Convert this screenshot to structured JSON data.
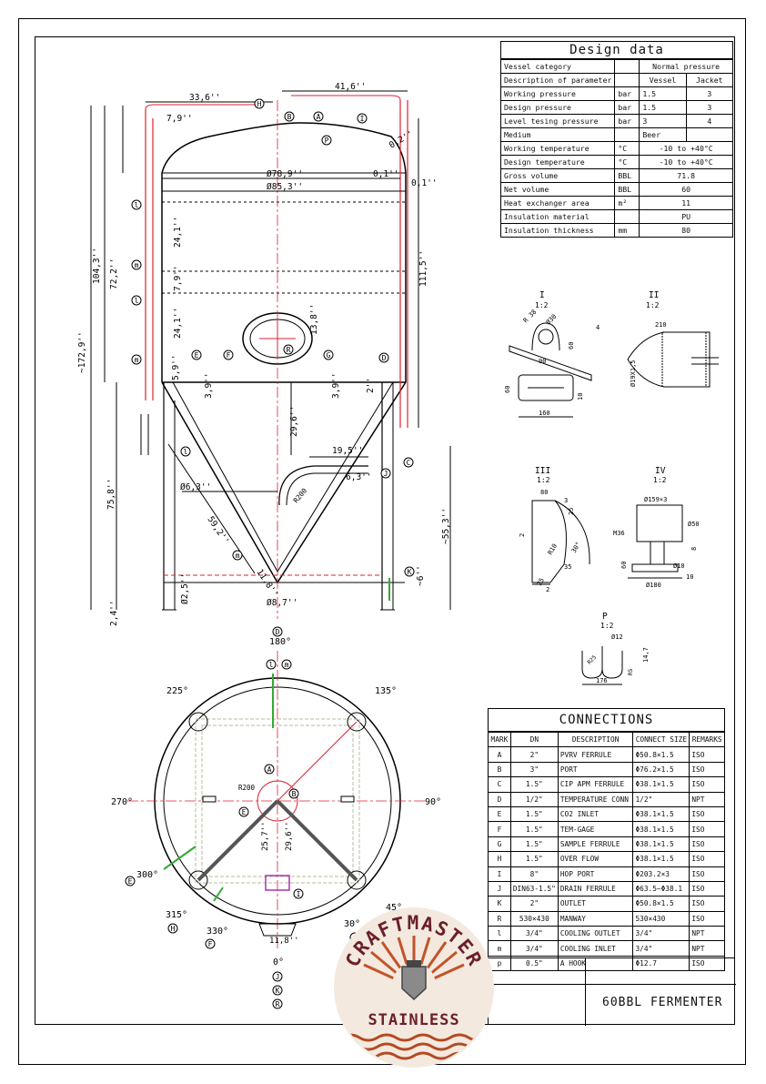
{
  "design": {
    "title": "Design data",
    "rows": [
      {
        "param": "Vessel category",
        "unit": "",
        "value": "Normal pressure",
        "span": true
      },
      {
        "param": "Description of parameter",
        "unit": "",
        "vessel": "Vessel",
        "jacket": "Jacket"
      },
      {
        "param": "Working pressure",
        "unit": "bar",
        "vessel": "1.5",
        "jacket": "3"
      },
      {
        "param": "Design pressure",
        "unit": "bar",
        "vessel": "1.5",
        "jacket": "3"
      },
      {
        "param": "Level tesing pressure",
        "unit": "bar",
        "vessel": "3",
        "jacket": "4"
      },
      {
        "param": "Medium",
        "unit": "",
        "vessel": "Beer",
        "jacket": ""
      },
      {
        "param": "Working temperature",
        "unit": "°C",
        "value": "-10  to  +40°C",
        "span": true
      },
      {
        "param": "Design temperature",
        "unit": "°C",
        "value": "-10  to  +40°C",
        "span": true
      },
      {
        "param": "Gross volume",
        "unit": "BBL",
        "value": "71.8",
        "span": true
      },
      {
        "param": "Net volume",
        "unit": "BBL",
        "value": "60",
        "span": true
      },
      {
        "param": "Heat exchanger area",
        "unit": "m²",
        "value": "11",
        "span": true
      },
      {
        "param": "Insulation material",
        "unit": "",
        "value": "PU",
        "span": true
      },
      {
        "param": "Insulation thickness",
        "unit": "mm",
        "value": "80",
        "span": true
      }
    ]
  },
  "connections": {
    "title": "CONNECTIONS",
    "headers": [
      "MARK",
      "DN",
      "DESCRIPTION",
      "CONNECT SIZE",
      "REMARKS"
    ],
    "rows": [
      [
        "A",
        "2\"",
        "PVRV FERRULE",
        "Φ50.8×1.5",
        "ISO"
      ],
      [
        "B",
        "3\"",
        "PORT",
        "Φ76.2×1.5",
        "ISO"
      ],
      [
        "C",
        "1.5\"",
        "CIP APM FERRULE",
        "Φ38.1×1.5",
        "ISO"
      ],
      [
        "D",
        "1/2\"",
        "TEMPERATURE CONN",
        "1/2\"",
        "NPT"
      ],
      [
        "E",
        "1.5\"",
        "CO2 INLET",
        "Φ38.1×1.5",
        "ISO"
      ],
      [
        "F",
        "1.5\"",
        "TEM-GAGE",
        "Φ38.1×1.5",
        "ISO"
      ],
      [
        "G",
        "1.5\"",
        "SAMPLE FERRULE",
        "Φ38.1×1.5",
        "ISO"
      ],
      [
        "H",
        "1.5\"",
        "OVER FLOW",
        "Φ38.1×1.5",
        "ISO"
      ],
      [
        "I",
        "8\"",
        "HOP PORT",
        "Φ203.2×3",
        "ISO"
      ],
      [
        "J",
        "DIN63-1.5\"",
        "DRAIN FERRULE",
        "Φ63.5~Φ38.1",
        "ISO"
      ],
      [
        "K",
        "2\"",
        "OUTLET",
        "Φ50.8×1.5",
        "ISO"
      ],
      [
        "R",
        "530×430",
        "MANWAY",
        "530×430",
        "ISO"
      ],
      [
        "l",
        "3/4\"",
        "COOLING OUTLET",
        "3/4\"",
        "NPT"
      ],
      [
        "m",
        "3/4\"",
        "COOLING INLET",
        "3/4\"",
        "NPT"
      ],
      [
        "p",
        "0.5\"",
        "A HOOK",
        "Φ12.7",
        "ISO"
      ]
    ]
  },
  "title_block": {
    "name": "60BBL  FERMENTER"
  },
  "logo": {
    "top": "CRAFTMASTER",
    "bottom": "STAINLESS"
  },
  "dims": {
    "d1": "33,6''",
    "d2": "41,6''",
    "d3": "7,9''",
    "d4": "0,2''",
    "d5": "Ø78,9''",
    "d6": "Ø85,3''",
    "d7": "0,1''",
    "d8": "0,1''",
    "d9": "104,3''",
    "d10": "72,2''",
    "d11": "~172,9''",
    "d12": "111,5''",
    "d13": "24,1''",
    "d14": "7,9''",
    "d15": "24,1''",
    "d16": "13,8''",
    "d17": "5,9''",
    "d18": "3,9''",
    "d19": "3,9''",
    "d20": "2''",
    "d21": "29,6''",
    "d22": "19,5''",
    "d23": "R200",
    "d24": "6,3''",
    "d25": "Ø6,3''",
    "d26": "59,2''",
    "d27": "75,8''",
    "d28": "~55,3''",
    "d29": "11,8''",
    "d30": "Ø2,5''",
    "d31": "Ø8,7''",
    "d32": "~6''",
    "d33": "2,4''"
  },
  "angles": {
    "a180": "180°",
    "a225": "225°",
    "a135": "135°",
    "a270": "270°",
    "a90": "90°",
    "a300": "300°",
    "a315": "315°",
    "a330": "330°",
    "a45": "45°",
    "a30": "30°",
    "a0": "0°"
  },
  "plan": {
    "r200": "R200",
    "d1": "25,7''",
    "d2": "29,6''",
    "d3": "11,8''"
  },
  "details": {
    "I": {
      "label": "I",
      "scale": "1:2",
      "d1": "R 38",
      "d2": "Ø30",
      "d3": "60",
      "d4": "90",
      "d5": "4",
      "d6": "60",
      "d7": "10",
      "d8": "160"
    },
    "II": {
      "label": "II",
      "scale": "1:2",
      "d1": "210",
      "d2": "Ø19X1,5"
    },
    "III": {
      "label": "III",
      "scale": "1:2",
      "d1": "80",
      "d2": "3",
      "d3": "25",
      "d4": "2",
      "d5": "35",
      "d6": "30°",
      "d7": "R10",
      "d8": "25",
      "d9": "2"
    },
    "IV": {
      "label": "IV",
      "scale": "1:2",
      "d1": "Ø159×3",
      "d2": "Ø50",
      "d3": "M36",
      "d4": "8",
      "d5": "60",
      "d6": "Ø10",
      "d7": "10",
      "d8": "Ø180"
    },
    "P": {
      "label": "P",
      "scale": "1:2",
      "d1": "Ø12",
      "d2": "14,7",
      "d3": "R5",
      "d4": "R25",
      "d5": "176"
    }
  },
  "marks": {
    "A": "A",
    "B": "B",
    "C": "C",
    "D": "D",
    "E": "E",
    "F": "F",
    "G": "G",
    "H": "H",
    "I": "I",
    "J": "J",
    "K": "K",
    "R": "R",
    "P": "P",
    "l": "l",
    "m": "m"
  }
}
